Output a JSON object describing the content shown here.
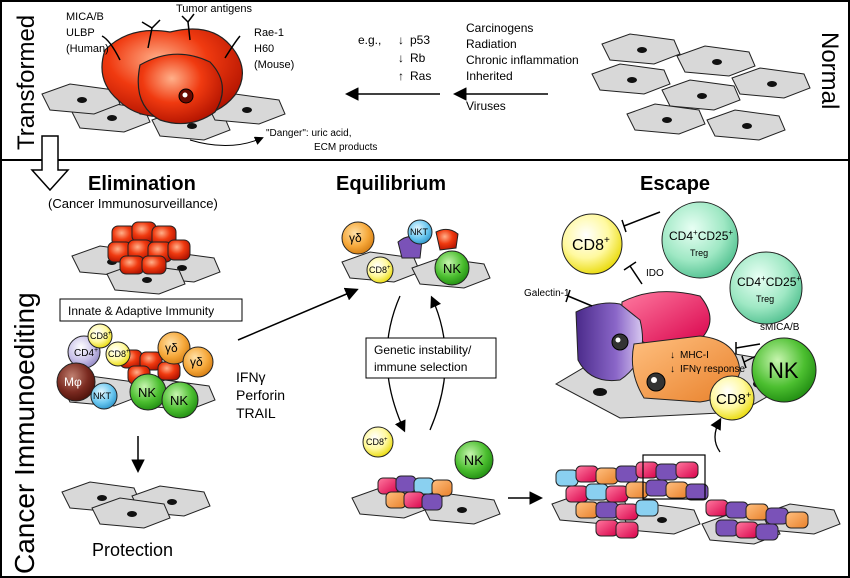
{
  "top": {
    "side_left": "Transformed",
    "side_right": "Normal",
    "ligands_human": [
      "MICA/B",
      "ULBP",
      "(Human)"
    ],
    "tumor_antigens": "Tumor antigens",
    "ligands_mouse": [
      "Rae-1",
      "H60",
      "(Mouse)"
    ],
    "mutations_eg": "e.g.,",
    "mutations": [
      "p53",
      "Rb",
      "Ras"
    ],
    "causes": [
      "Carcinogens",
      "Radiation",
      "Chronic inflammation",
      "Inherited",
      "Viruses"
    ],
    "danger": [
      "\"Danger\": uric acid,",
      "ECM products"
    ]
  },
  "bottom": {
    "side_label": "Cancer Immunoediting",
    "elimination_title": "Elimination",
    "elimination_sub": "(Cancer Immunosurveillance)",
    "innate_adaptive": "Innate & Adaptive Immunity",
    "effectors": [
      "IFNγ",
      "Perforin",
      "TRAIL"
    ],
    "protection": "Protection",
    "equilibrium_title": "Equilibrium",
    "genetic": [
      "Genetic instability/",
      "immune selection"
    ],
    "escape_title": "Escape",
    "galectin": "Galectin-1",
    "ido": "IDO",
    "smica": "sMICA/B",
    "mhc": "MHC-I",
    "ifn_resp": "IFNγ response",
    "treg": "Treg",
    "cells": {
      "cd8": "CD8",
      "cd8plus": "+",
      "cd4": "CD4",
      "cd25": "CD25",
      "nk": "NK",
      "nkt": "NKT",
      "gd": "γδ",
      "mphi": "Mφ"
    }
  }
}
